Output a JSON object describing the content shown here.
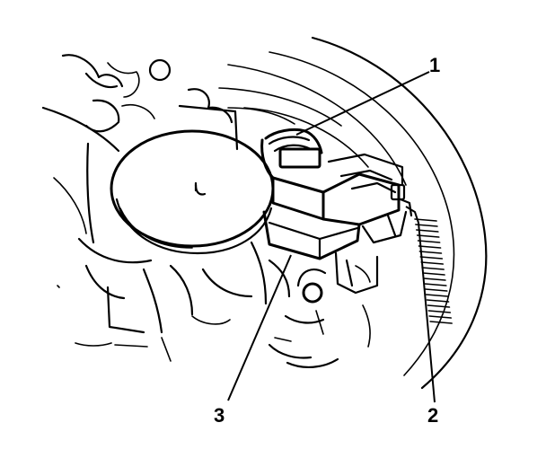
{
  "callouts": {
    "one": "1",
    "two": "2",
    "three": "3"
  },
  "colors": {
    "ink": "#000000",
    "background": "#ffffff"
  }
}
